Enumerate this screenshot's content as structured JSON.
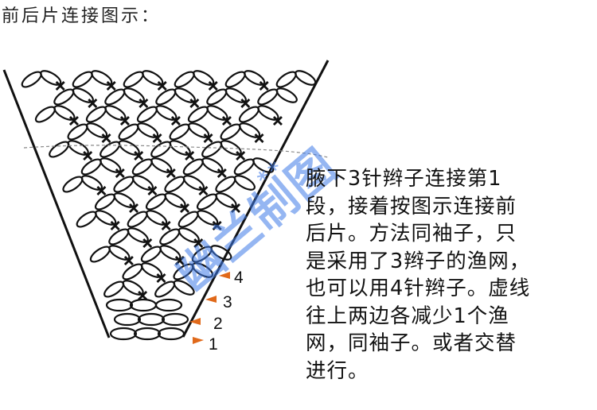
{
  "title": "前后片连接图示：",
  "description": "腋下3针辫子连接第1\n段，接着按图示连接前\n后片。方法同袖子，只\n是采用了3辫子的渔网，\n也可以用4针辫子。虚线\n往上两边各减少1个渔\n网，同袖子。或者交替\n进行。",
  "watermark": {
    "text": "幽兰制图",
    "stars": "**"
  },
  "row_markers": [
    "1",
    "2",
    "3",
    "4"
  ],
  "colors": {
    "ink": "#111111",
    "marker": "#e0691a",
    "watermark": "#3f7be8",
    "dashed_line": "#888888"
  }
}
